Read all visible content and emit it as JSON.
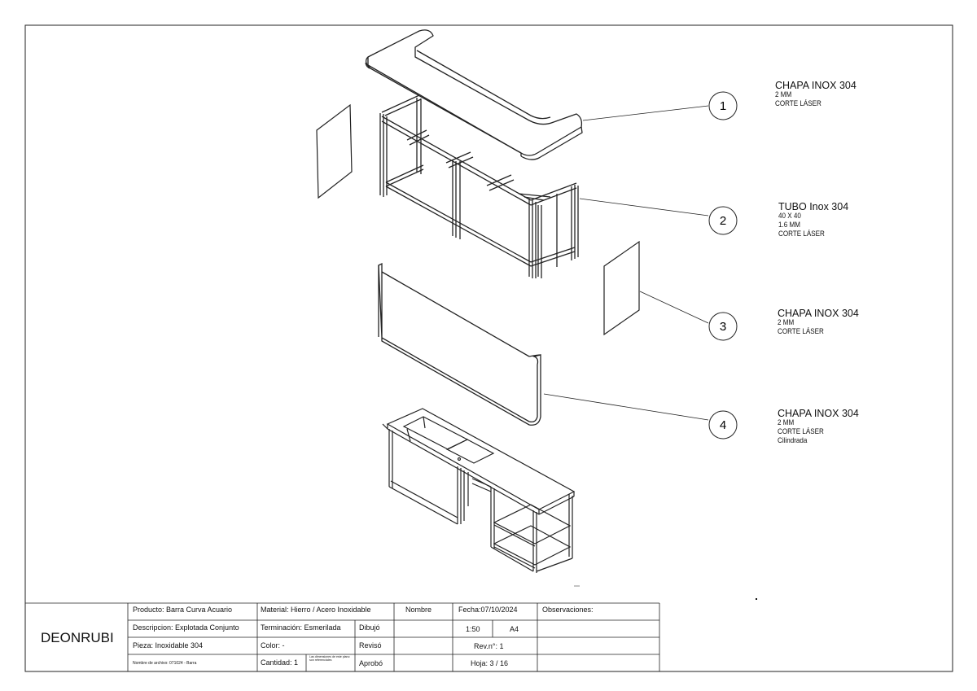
{
  "callouts": [
    {
      "number": "1",
      "title": "CHAPA  INOX 304",
      "lines": [
        "2 MM",
        "CORTE LÁSER"
      ]
    },
    {
      "number": "2",
      "title": "TUBO  Inox 304",
      "lines": [
        "40 X 40",
        "1.6 MM",
        "CORTE LÁSER"
      ]
    },
    {
      "number": "3",
      "title": "CHAPA INOX 304",
      "lines": [
        "2 MM",
        "CORTE LÁSER"
      ]
    },
    {
      "number": "4",
      "title": "CHAPA INOX 304",
      "lines": [
        "2 MM",
        "CORTE LÁSER",
        "Cilindrada"
      ]
    }
  ],
  "title_block": {
    "company": "DEONRUBI",
    "producto": "Producto: Barra Curva Acuario",
    "descripcion": "Descripcion:  Explotada Conjunto",
    "pieza": "Pieza: Inoxidable 304",
    "archivo": "Nombre de archivo: 071024 - Barra",
    "material": "Material: Hierro / Acero Inoxidable",
    "terminacion": "Terminación: Esmerilada",
    "color": "Color: -",
    "cantidad": "Cantidad: 1",
    "cantidad_note": "Las dimensiones de este plano son referenciales",
    "dibujo": "Dibujó",
    "reviso": "Revisó",
    "aprobo": "Aprobó",
    "nombre": "Nombre",
    "fecha": "Fecha:07/10/2024",
    "escala": "1:50",
    "formato": "A4",
    "revision": "Rev.n°: 1",
    "hoja": "Hoja:   3 / 16",
    "observaciones": "Observaciones:"
  }
}
